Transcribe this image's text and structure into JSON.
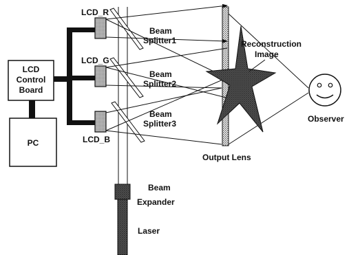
{
  "labels": {
    "lcd_r": "LCD_R",
    "lcd_g": "LCD_G",
    "lcd_b": "LCD_B",
    "board_line1": "LCD",
    "board_line2": "Control",
    "board_line3": "Board",
    "pc": "PC",
    "bs1_line1": "Beam",
    "bs1_line2": "Splitter1",
    "bs2_line1": "Beam",
    "bs2_line2": "Splitter2",
    "bs3_line1": "Beam",
    "bs3_line2": "Splitter3",
    "recon_line1": "Reconstruction",
    "recon_line2": "Image",
    "observer": "Observer",
    "output_lens": "Output Lens",
    "expander_line1": "Beam",
    "expander_line2": "Expander",
    "laser": "Laser"
  },
  "icons": {
    "observer_face": "smiley-face-icon",
    "reconstruction_image": "star-shape"
  }
}
